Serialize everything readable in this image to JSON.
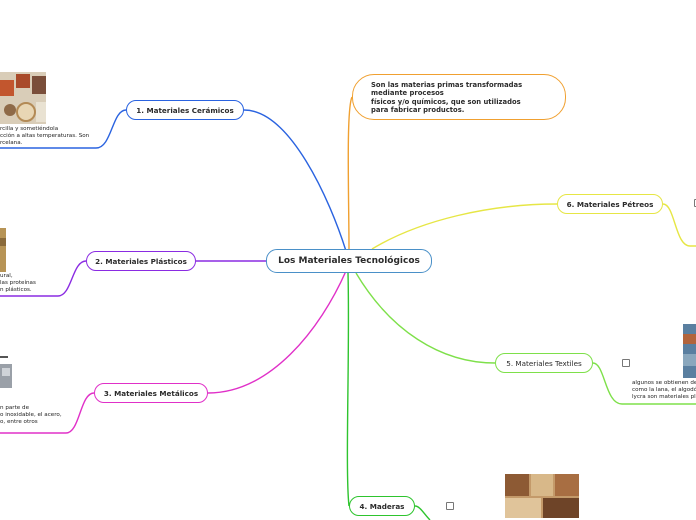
{
  "central": "Los Materiales Tecnológicos",
  "definition": {
    "lines": [
      "Son las materias primas transformadas",
      "mediante procesos",
      "físicos y/o químicos, que son utilizados",
      "para fabricar productos."
    ]
  },
  "branches": [
    {
      "key": "ceramicos",
      "label": "1. Materiales Cerámicos",
      "color": "#2a63e0"
    },
    {
      "key": "plasticos",
      "label": "2. Materiales Plásticos",
      "color": "#8a2be2"
    },
    {
      "key": "metalicos",
      "label": "3. Materiales Metálicos",
      "color": "#e030c8"
    },
    {
      "key": "maderas",
      "label": "4. Maderas",
      "color": "#2ec42e"
    },
    {
      "key": "textiles",
      "label": "5. Materiales Textiles",
      "color": "#7ee04a"
    },
    {
      "key": "petreos",
      "label": "6. Materiales Pétreos",
      "color": "#e6e645"
    }
  ],
  "notes": {
    "ceramicos": [
      "rcilla y sometiéndola",
      "cción a altas temperaturas. Son",
      "rcelana."
    ],
    "plasticos": [
      "ural,",
      "las proteínas",
      "n plásticos."
    ],
    "metalicos": [
      "n parte de",
      "o inoxidable, el acero,",
      "o, entre otros"
    ],
    "textiles": [
      "algunos se obtienen de",
      "como la lana, el algodó",
      "lycra son materiales pl"
    ]
  },
  "icons": [
    "checkbox-icon"
  ]
}
